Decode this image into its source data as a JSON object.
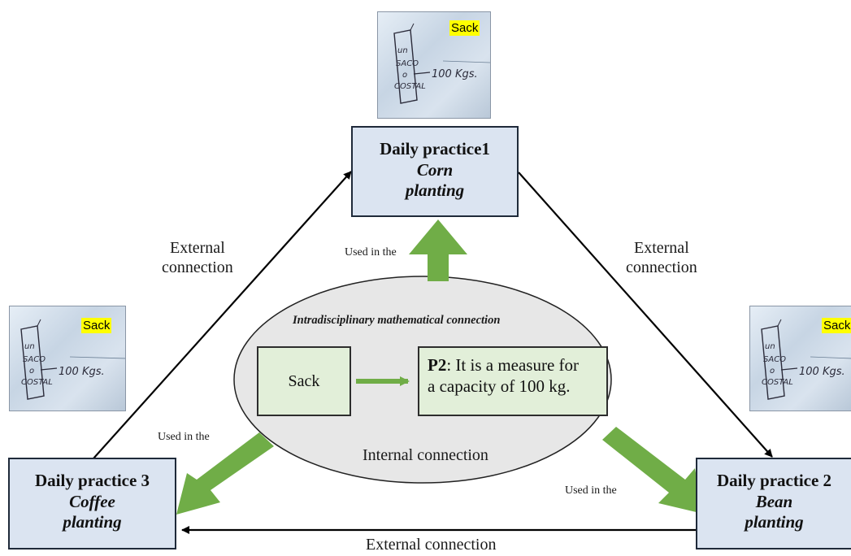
{
  "practices": {
    "top": {
      "title": "Daily practice1",
      "subtitle_1": "Corn",
      "subtitle_2": "planting"
    },
    "left": {
      "title": "Daily practice 3",
      "subtitle_1": "Coffee",
      "subtitle_2": "planting"
    },
    "right": {
      "title": "Daily practice 2",
      "subtitle_1": "Bean",
      "subtitle_2": "planting"
    }
  },
  "thumbnail": {
    "label": "Sack",
    "handwriting_lines": [
      "un",
      "SACO",
      "o",
      "COSTAL"
    ],
    "handwriting_measure": "100 Kgs."
  },
  "center": {
    "title": "Intradisciplinary mathematical connection",
    "sack_label": "Sack",
    "p2_bold": "P2",
    "p2_text_1": ": It is a measure for",
    "p2_text_2": "a capacity of 100 kg.",
    "internal_label": "Internal connection"
  },
  "edges": {
    "external_left_1": "External",
    "external_left_2": "connection",
    "external_right_1": "External",
    "external_right_2": "connection",
    "external_bottom": "External connection"
  },
  "used_labels": {
    "top": "Used in the",
    "left": "Used in the",
    "right": "Used in the"
  },
  "colors": {
    "practice_fill": "#dbe4f1",
    "green_fill": "#e2efd9",
    "arrow_green": "#70ad47",
    "highlight": "#ffff00"
  }
}
